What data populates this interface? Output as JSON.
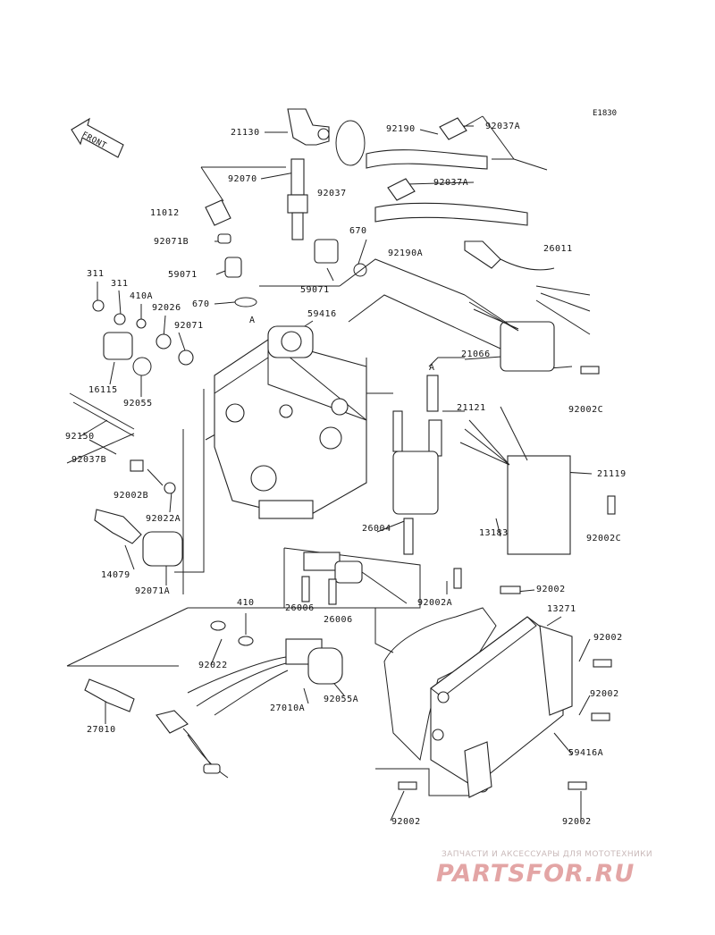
{
  "diagram_code": "E1830",
  "front_label": "FRONT",
  "callout_a": "A",
  "part_labels": [
    "21130",
    "92070",
    "92037",
    "92190",
    "92037A",
    "92037A",
    "11012",
    "92071B",
    "670",
    "92190A",
    "59071",
    "59071",
    "670",
    "26011",
    "311",
    "311",
    "410A",
    "92026",
    "59416",
    "92071",
    "21066",
    "16115",
    "92055",
    "A",
    "21121",
    "92002C",
    "92150",
    "92037B",
    "21119",
    "92002B",
    "92022A",
    "92002C",
    "13183",
    "14079",
    "26004",
    "92071A",
    "26006",
    "26006",
    "92002A",
    "92002",
    "410",
    "13271",
    "92002",
    "92022",
    "27010A",
    "92055A",
    "92002",
    "27010",
    "59416A",
    "92002",
    "92002"
  ],
  "watermark": {
    "tagline": "ЗАПЧАСТИ И АКСЕССУАРЫ ДЛЯ МОТОТЕХНИКИ",
    "logo": "PARTSFOR.RU"
  }
}
